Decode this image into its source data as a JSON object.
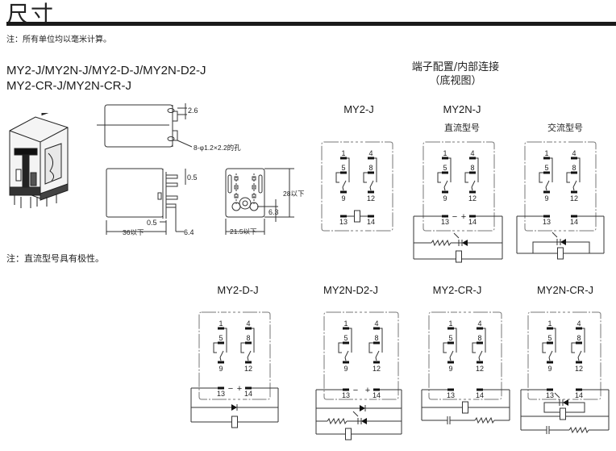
{
  "header": {
    "title": "尺寸",
    "note_units": "注：所有单位均以毫米计算。"
  },
  "models": {
    "line1": "MY2-J/MY2N-J/MY2-D-J/MY2N-D2-J",
    "line2": "MY2-CR-J/MY2N-CR-J"
  },
  "dimensions": {
    "pin_gap": "2.6",
    "hole_spec": "8-φ1.2×2.2的孔",
    "pin_thickness": "0.5",
    "base_offset": "0.5",
    "length": "36以下",
    "pin_length": "6.4",
    "width": "21.5以下",
    "height": "28以下",
    "pin_pitch": "6.3"
  },
  "note_polarity": "注：直流型号具有极性。",
  "terminal_section": {
    "title": "端子配置/内部连接",
    "subtitle": "（底视图）"
  },
  "diagrams": [
    {
      "id": "my2-j",
      "label": "MY2-J",
      "sublabel": ""
    },
    {
      "id": "my2n-j-dc",
      "label": "MY2N-J",
      "sublabel": "直流型号"
    },
    {
      "id": "my2n-j-ac",
      "label": "",
      "sublabel": "交流型号"
    },
    {
      "id": "my2-d-j",
      "label": "MY2-D-J",
      "sublabel": ""
    },
    {
      "id": "my2n-d2-j",
      "label": "MY2N-D2-J",
      "sublabel": ""
    },
    {
      "id": "my2-cr-j",
      "label": "MY2-CR-J",
      "sublabel": ""
    },
    {
      "id": "my2n-cr-j",
      "label": "MY2N-CR-J",
      "sublabel": ""
    }
  ],
  "terminals": {
    "t1": "1",
    "t4": "4",
    "t5": "5",
    "t8": "8",
    "t9": "9",
    "t12": "12",
    "t13": "13",
    "t14": "14",
    "minus": "−",
    "plus": "+"
  }
}
